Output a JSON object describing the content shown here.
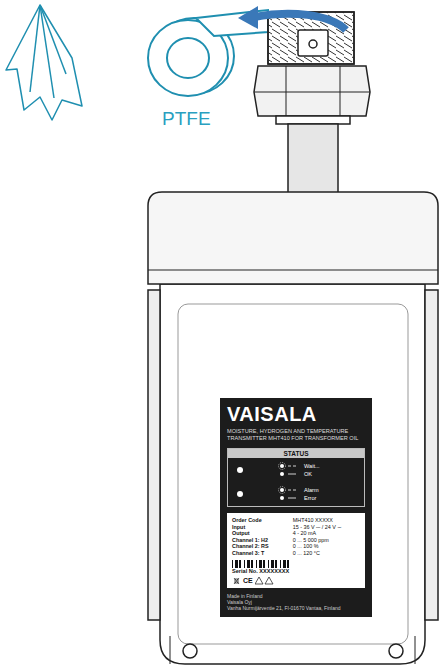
{
  "diagram": {
    "nodes": [
      {
        "text": [
          "VAISALA",
          "MOISTURE, HYDROGEN AND TEMPERATURE TRANSMITTER MHT410 FOR TRANSFORMER OIL",
          "Made in Finland",
          "Vaisala Oyj",
          "Vanha Nurmijärventie 21, FI-01670 Vantaa, Finland"
        ]
      },
      {
        "text": [
          "STATUS",
          "Wait...",
          "OK",
          "Alarm",
          "Error"
        ],
        "in": 0
      },
      {
        "text": [
          "Order Code",
          "MHT410 XXXXX",
          "Input",
          "15 - 36 V ⎓ / 24 V ∼",
          "Output",
          "4 - 20 mA",
          "Channel 1: H2",
          "0 ... 5 000 ppm",
          "Channel 2: RS",
          "0 ... 100 %",
          "Channel 3: T",
          "0 ... 120 °C",
          "Serial No. XXXXXXXX",
          "CE"
        ],
        "in": 0
      }
    ],
    "labels": [
      "PTFE"
    ]
  }
}
